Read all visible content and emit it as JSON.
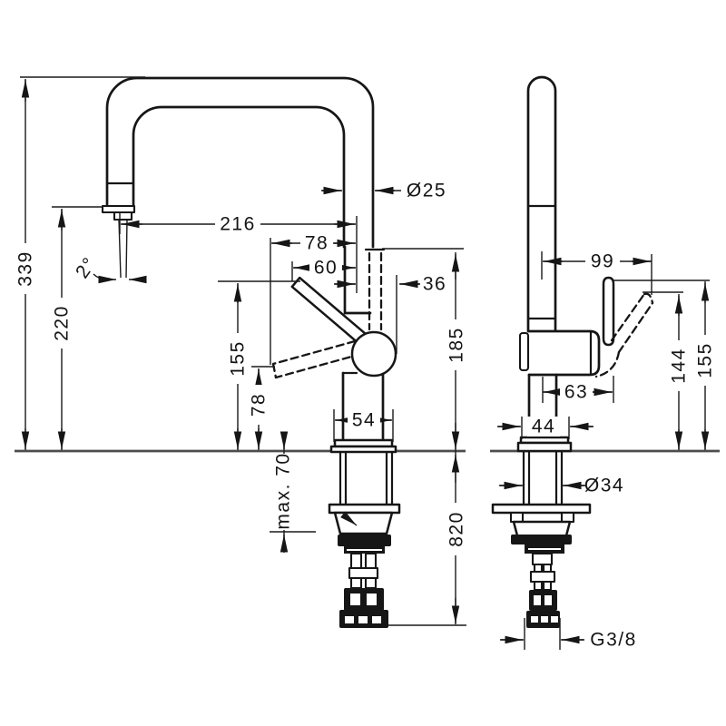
{
  "drawing_title": "Kitchen mixer tap dimension drawing",
  "colors": {
    "line": "#161616",
    "deck": "#4d4d4d",
    "background": "#ffffff"
  },
  "views": {
    "front": {
      "labels": {
        "total_height": "339",
        "outlet_height": "220",
        "outlet_angle": "2°",
        "spout_reach": "216",
        "handle_reach_open": "78",
        "handle_reach_closed": "60",
        "spout_diameter": "Ø25",
        "boss_offset": "36",
        "body_top_height": "185",
        "handle_top_height": "155",
        "handle_low_height": "78",
        "base_width": "54",
        "max_counter_thickness": "max. 70",
        "hose_length": "820"
      }
    },
    "side": {
      "labels": {
        "handle_depth": "99",
        "body_depth": "63",
        "handle_open_height": "144",
        "handle_top_height": "155",
        "base_depth": "44",
        "shank_diameter": "Ø34",
        "connection_thread": "G3/8"
      }
    }
  }
}
